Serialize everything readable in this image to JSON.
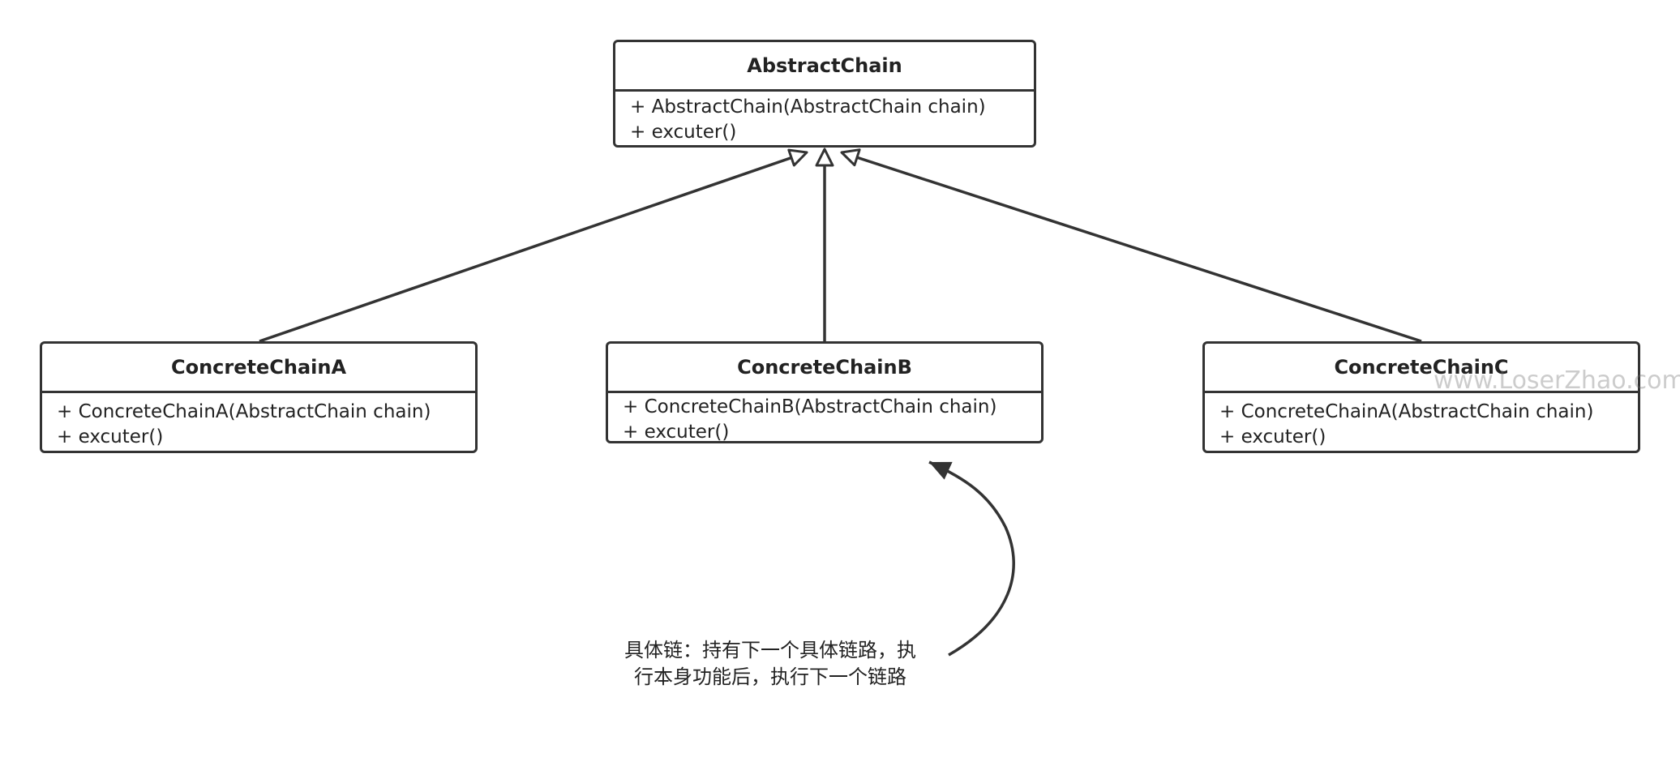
{
  "classes": [
    {
      "id": "abstract",
      "name": "AbstractChain",
      "members": [
        "+ AbstractChain(AbstractChain chain)",
        "+ excuter()"
      ]
    },
    {
      "id": "a",
      "name": "ConcreteChainA",
      "members": [
        "+ ConcreteChainA(AbstractChain chain)",
        "+ excuter()"
      ]
    },
    {
      "id": "b",
      "name": "ConcreteChainB",
      "members": [
        "+ ConcreteChainB(AbstractChain chain)",
        "+ excuter()"
      ]
    },
    {
      "id": "c",
      "name": "ConcreteChainC",
      "members": [
        "+ ConcreteChainA(AbstractChain chain)",
        "+ excuter()"
      ]
    }
  ],
  "relations": [
    {
      "from": "ConcreteChainA",
      "to": "AbstractChain",
      "type": "generalization"
    },
    {
      "from": "ConcreteChainB",
      "to": "AbstractChain",
      "type": "generalization"
    },
    {
      "from": "ConcreteChainC",
      "to": "AbstractChain",
      "type": "generalization"
    }
  ],
  "note": {
    "lines": [
      "具体链：持有下一个具体链路，执",
      "行本身功能后，执行下一个链路"
    ],
    "points_to": "ConcreteChainB"
  },
  "watermark": "www.LoserZhao.com",
  "colors": {
    "line": "#333333",
    "text": "#222222",
    "background": "#ffffff"
  }
}
